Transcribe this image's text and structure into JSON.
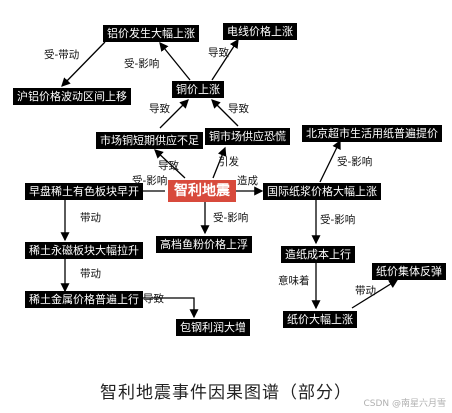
{
  "center": "智利地震",
  "nodes": {
    "al_up": "铝价发生大幅上涨",
    "wire_up": "电线价格上涨",
    "hulv": "沪铝价格波动区间上移",
    "cu_up": "铜价上涨",
    "cu_short": "市场铜短期供应不足",
    "cu_panic": "铜市场供应恐慌",
    "beijing": "北京超市生活用纸普遍提价",
    "rare_early": "早盘稀土有色板块早开",
    "pulp_up": "国际纸浆价格大幅上涨",
    "magnet": "稀土永磁板块大幅拉升",
    "fishmeal": "高档鱼粉价格上浮",
    "paper_cost": "造纸成本上行",
    "rare_metal": "稀土金属价格普遍上行",
    "paper_rebound": "纸价集体反弹",
    "baogang": "包钢利润大增",
    "paper_price": "纸价大幅上涨"
  },
  "edges": {
    "shou_daidong": "受-带动",
    "shou_yingxiang_a": "受-影响",
    "daozhi_wire": "导致",
    "daozhi_short": "导致",
    "daozhi_panic": "导致",
    "daozhi_center": "导致",
    "yinfa": "引发",
    "shou_yingxiang_rare": "受-影响",
    "zaocheng": "造成",
    "shou_yingxiang_bj": "受-影响",
    "daidong_magnet": "带动",
    "shou_yingxiang_fish": "受-影响",
    "shou_yingxiang_cost": "受-影响",
    "daidong_metal": "带动",
    "yiweizhe": "意味着",
    "daidong_rebound": "带动",
    "daozhi_baogang": "导致"
  },
  "title": "智利地震事件因果图谱（部分）",
  "watermark": "CSDN @南星六月雪"
}
